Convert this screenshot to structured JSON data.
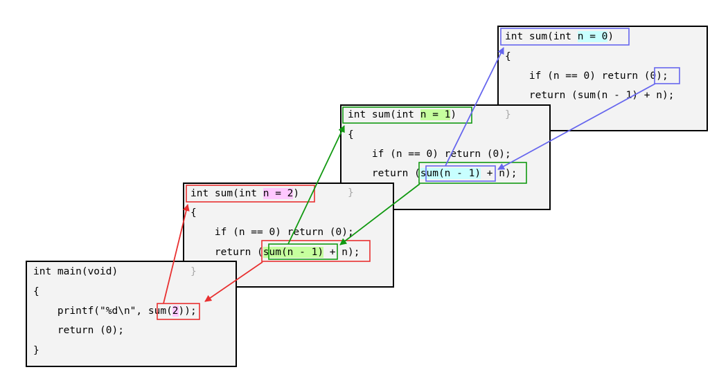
{
  "main": {
    "signature": "int main(void)",
    "open_brace": "{",
    "printf_prefix": "    printf(\"%d\\n\", ",
    "call_name": "sum(",
    "call_arg": "2",
    "call_close": ")",
    "printf_suffix": ");",
    "return_line": "    return (0);",
    "close_brace": "}"
  },
  "frames": [
    {
      "sig_prefix": "int sum(int ",
      "sig_param": "n = 2",
      "sig_suffix": ")",
      "open_brace": "{",
      "if_line": "    if (n == 0) return (0);",
      "ret_prefix": "    return (",
      "call": "sum(n - 1)",
      "ret_suffix": " + n);",
      "close_brace": "}"
    },
    {
      "sig_prefix": "int sum(int ",
      "sig_param": "n = 1",
      "sig_suffix": ")",
      "open_brace": "{",
      "if_line": "    if (n == 0) return (0);",
      "ret_prefix": "    return (",
      "call": "sum(n - 1)",
      "ret_suffix": " + n);",
      "close_brace": "}"
    },
    {
      "sig_prefix": "int sum(int ",
      "sig_param": "n = 0",
      "sig_suffix": ")",
      "open_brace": "{",
      "if_prefix": "    if (n == 0) return ",
      "if_value": "(0)",
      "if_suffix": ";",
      "return_line": "    return (sum(n - 1) + n);",
      "close_brace": "}"
    }
  ],
  "colors": {
    "frame_n2": "#e83030",
    "frame_n1": "#119911",
    "frame_n0": "#6666ee",
    "highlight_n2": "#ffc8ff",
    "highlight_n1": "#c6ff9e",
    "highlight_n0": "#c8ffff"
  }
}
